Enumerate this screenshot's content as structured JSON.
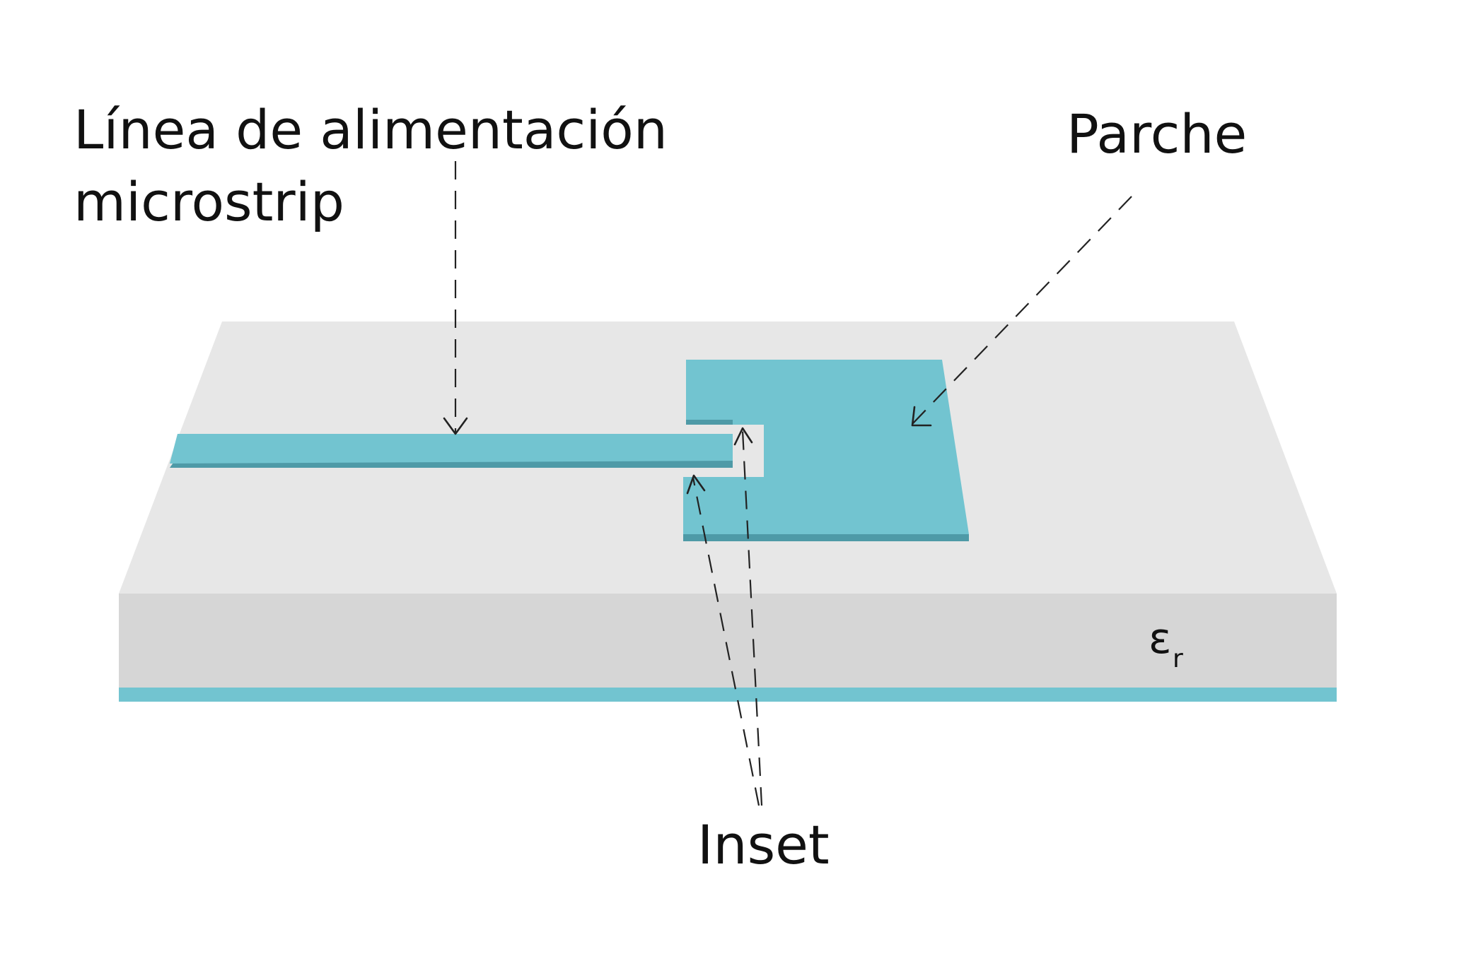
{
  "labels": {
    "feed_line_line1": "Línea de alimentación",
    "feed_line_line2": "microstrip",
    "patch": "Parche",
    "inset": "Inset",
    "permittivity_symbol": "ε",
    "permittivity_subscript": "r"
  },
  "colors": {
    "substrate_top": "#e7e7e7",
    "substrate_side": "#d6d6d6",
    "conductor": "#72c4d0",
    "conductor_edge": "#4e9aa7",
    "ground_plane": "#72c4d0",
    "text": "#111111"
  }
}
